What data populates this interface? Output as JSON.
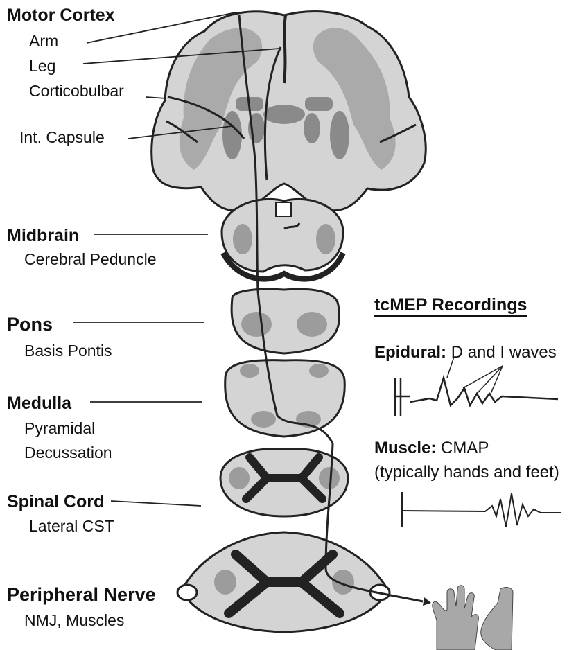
{
  "labels": {
    "motor_cortex": "Motor Cortex",
    "arm": "Arm",
    "leg": "Leg",
    "corticobulbar": "Corticobulbar",
    "int_capsule": "Int. Capsule",
    "midbrain": "Midbrain",
    "cerebral_peduncle": "Cerebral Peduncle",
    "pons": "Pons",
    "basis_pontis": "Basis Pontis",
    "medulla": "Medulla",
    "pyramidal": "Pyramidal",
    "decussation": "Decussation",
    "spinal_cord": "Spinal Cord",
    "lateral_cst": "Lateral CST",
    "peripheral_nerve": "Peripheral Nerve",
    "nmj_muscles": "NMJ, Muscles"
  },
  "recordings": {
    "title": "tcMEP Recordings",
    "epidural_label": "Epidural:",
    "epidural_desc": "D and I waves",
    "muscle_label": "Muscle:",
    "muscle_desc": "CMAP",
    "muscle_note": "(typically hands and feet)"
  },
  "colors": {
    "tissue_light": "#d4d4d4",
    "tissue_mid": "#9c9c9c",
    "tissue_dark": "#3a3a3a",
    "outline": "#222222",
    "limb": "#a8a8a8"
  }
}
